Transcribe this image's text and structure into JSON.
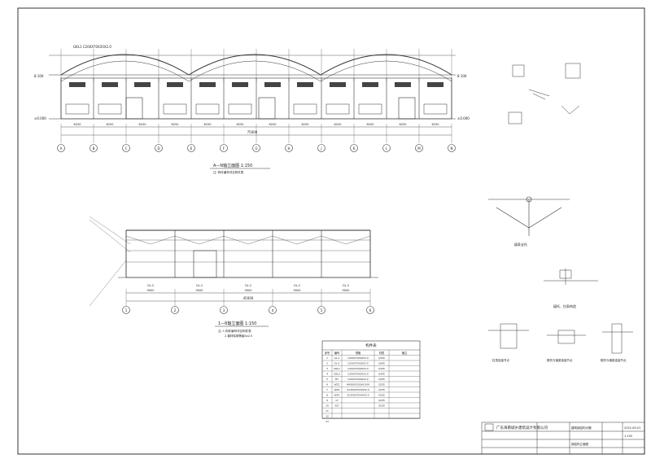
{
  "main_elevation": {
    "top_dim": "75000",
    "title": "A—N轴立面图 1:150",
    "bays": [
      "6250",
      "6250",
      "6250",
      "6250",
      "6250",
      "6250",
      "6250",
      "6250",
      "6250",
      "6250",
      "6250",
      "6250"
    ],
    "axes": [
      "A",
      "B",
      "C",
      "D",
      "E",
      "F",
      "G",
      "H",
      "J",
      "K",
      "L",
      "M",
      "N"
    ],
    "note": "注: 构件编号详见构件表",
    "member_label": "GKL1 C200X70X20X2.0"
  },
  "side_elevation": {
    "title": "1—6轴立面图 1:150",
    "bays": [
      "9000",
      "9000",
      "9000",
      "9000",
      "9000"
    ],
    "total": "45000",
    "axes": [
      "1",
      "2",
      "3",
      "4",
      "5",
      "6"
    ],
    "note1": "注: 1.构件编号详见构件表",
    "note2": "2.钢材除锈等级Sa2.5",
    "beam_labels": [
      "GL-2",
      "GL-2",
      "GL-2",
      "GL-2",
      "GL-2"
    ]
  },
  "member_table": {
    "title": "构件表",
    "headers": [
      "序号",
      "编号",
      "规格",
      "材质",
      "备注"
    ],
    "rows": [
      [
        "1",
        "GL-1",
        "C200X70X20X2.0",
        "Q345",
        ""
      ],
      [
        "2",
        "GL-2",
        "C250X75X20X2.5",
        "Q345",
        ""
      ],
      [
        "3",
        "GKL1",
        "C200X70X20X2.0",
        "Q345",
        ""
      ],
      [
        "4",
        "GKL2",
        "C200X70X20X2.0",
        "Q345",
        ""
      ],
      [
        "5",
        "MY",
        "C200X70X20X2.0",
        "Q345",
        ""
      ],
      [
        "6",
        "WZ1",
        "HN300X150X6.5X9",
        "Q235",
        ""
      ],
      [
        "7",
        "WZ2",
        "2C200X70X20X2.0",
        "Q235",
        ""
      ],
      [
        "8",
        "WZ3",
        "2C250X75X20X2.5",
        "Q235",
        ""
      ],
      [
        "9",
        "LT",
        "",
        "Q235",
        ""
      ],
      [
        "10",
        "XLT",
        "",
        "Q235",
        ""
      ],
      [
        "11",
        "",
        "",
        "",
        ""
      ],
      [
        "12",
        "",
        "",
        "",
        ""
      ],
      [
        "13",
        "",
        "",
        "",
        ""
      ]
    ]
  },
  "details": {
    "node_title": "檩条支托",
    "brace_title": "檩托、拉条构造",
    "footer_titles": [
      "柱顶连接节点",
      "檩托与钢梁连接节点",
      "檩托与墙梁连接节点"
    ]
  },
  "title_block": {
    "company": "广东海南城乡建筑设计有限公司",
    "project": "建筑钢结构大棚",
    "drawing": "钢结构立面图",
    "scale": "1:150",
    "date": "2022-09-01"
  },
  "colors": {
    "line": "#333333",
    "text": "#222222"
  }
}
